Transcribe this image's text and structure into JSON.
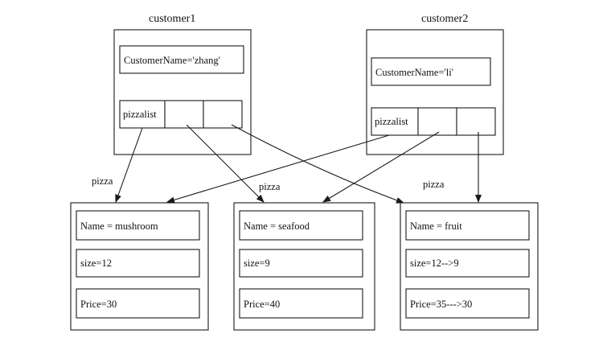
{
  "customers": [
    {
      "title": "customer1",
      "name_field": "CustomerName='zhang'",
      "list_label": "pizzalist"
    },
    {
      "title": "customer2",
      "name_field": "CustomerName='li'",
      "list_label": "pizzalist"
    }
  ],
  "pizzas": [
    {
      "name": "Name = mushroom",
      "size": "size=12",
      "price": "Price=30"
    },
    {
      "name": "Name = seafood",
      "size": "size=9",
      "price": "Price=40"
    },
    {
      "name": "Name = fruit",
      "size": "size=12-->9",
      "price": "Price=35--->30"
    }
  ],
  "arrow_labels": {
    "left": "pizza",
    "middle": "pizza",
    "right": "pizza"
  },
  "colors": {
    "line": "#1a1a1a",
    "background": "#ffffff"
  }
}
